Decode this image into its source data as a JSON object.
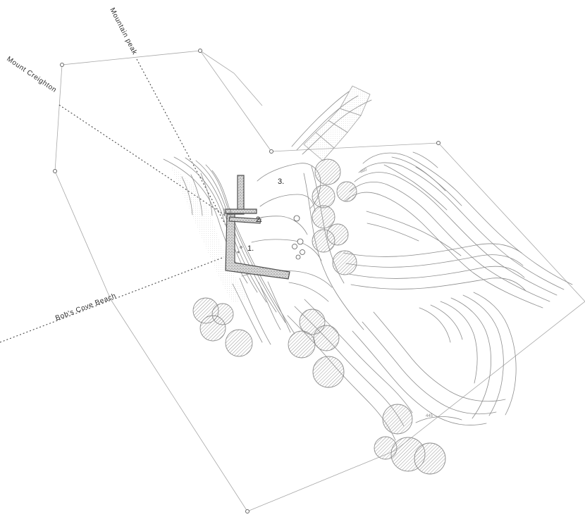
{
  "sightlines": {
    "mountain_peak": "Mountain peak",
    "mount_creighton": "Mount Creighton",
    "bobs_cove_beach": "Bob's Cove Beach"
  },
  "zones": {
    "zone_1": "1.",
    "zone_2": "2.",
    "zone_3": "3."
  },
  "elevations": {
    "upper": "460",
    "lower": "445"
  },
  "colors": {
    "background": "#ffffff",
    "linework": "#8d8d8d",
    "sightline": "#4a4a4a",
    "label": "#2f2f2f"
  }
}
